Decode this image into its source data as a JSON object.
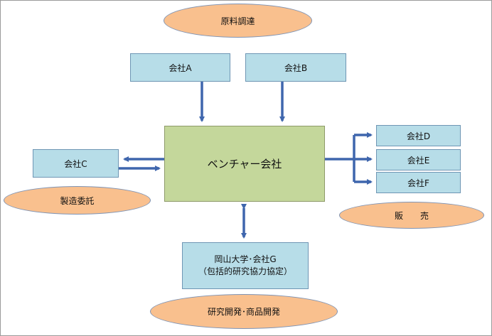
{
  "ovals": {
    "procurement": "原料調達",
    "manufacturing": "製造委託",
    "sales": "販　　売",
    "rnd": "研究開発･商品開発"
  },
  "boxes": {
    "venture": "ベンチャー会社",
    "company_a": "会社A",
    "company_b": "会社B",
    "company_c": "会社C",
    "company_d": "会社D",
    "company_e": "会社E",
    "company_f": "会社F",
    "partner_line1": "岡山大学･会社G",
    "partner_line2": "（包括的研究協力協定）"
  },
  "colors": {
    "arrow": "#3f66ad",
    "company_fill": "#b7dde8",
    "venture_fill": "#c4d79b",
    "oval_fill": "#f9c08e"
  }
}
